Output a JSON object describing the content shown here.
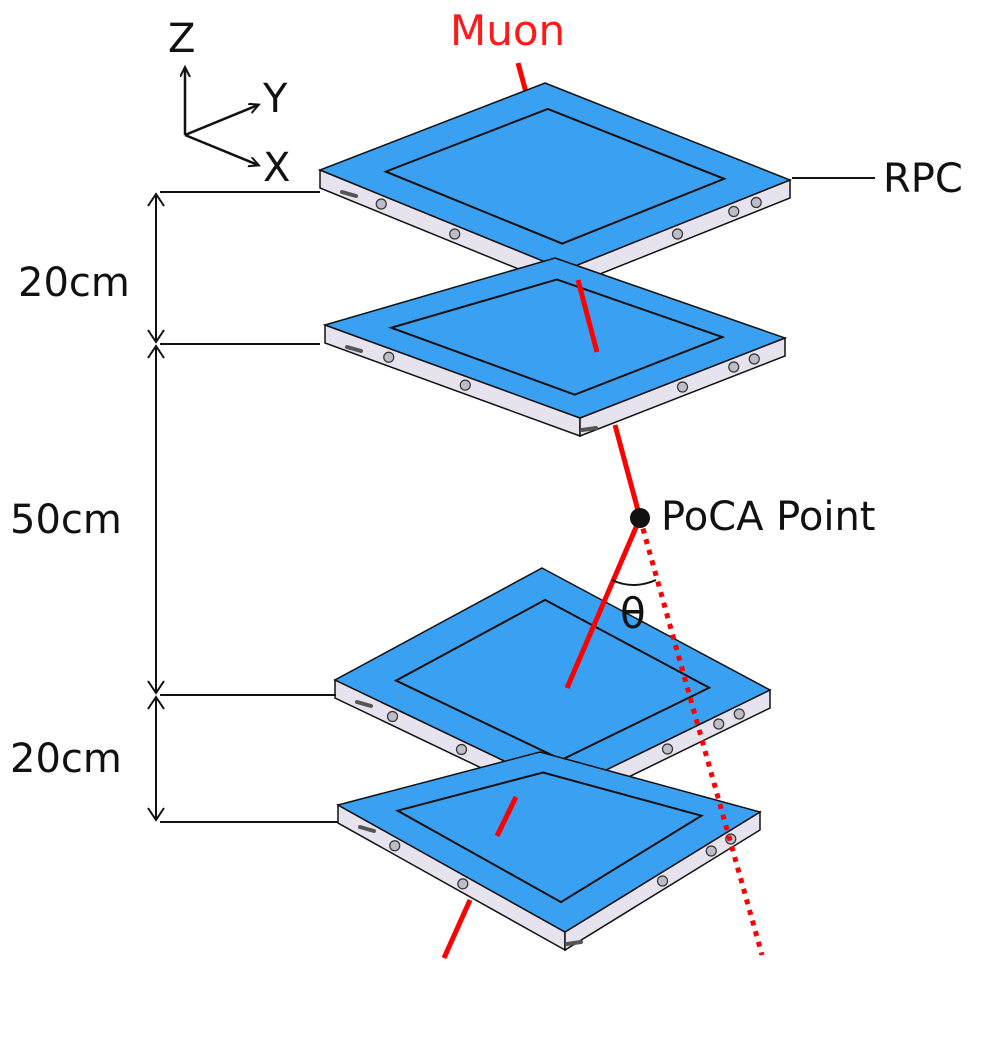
{
  "axes": {
    "z": "Z",
    "y": "Y",
    "x": "X"
  },
  "labels": {
    "muon": "Muon",
    "rpc": "RPC",
    "poca": "PoCA Point",
    "theta": "θ"
  },
  "dimensions": {
    "gap_top": "20cm",
    "gap_middle": "50cm",
    "gap_bottom": "20cm"
  },
  "detector_count": 4,
  "colors": {
    "plate_top": "#3aa0f2",
    "plate_side": "#e6e3ee",
    "muon_track": "#ff0000",
    "lines": "#111111"
  }
}
